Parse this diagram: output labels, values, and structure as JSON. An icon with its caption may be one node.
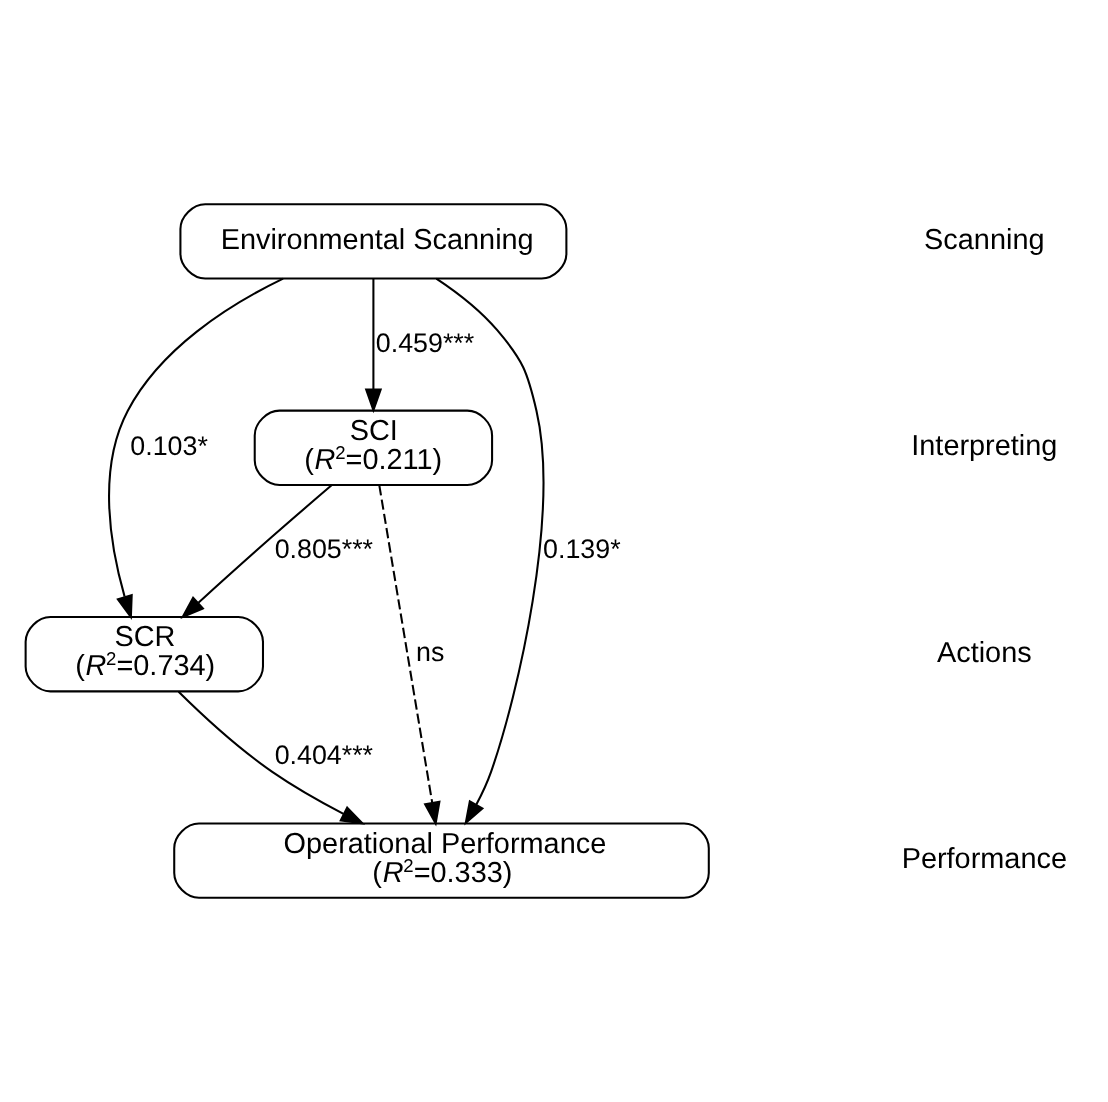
{
  "diagram": {
    "nodes": [
      {
        "text": [
          "Environmental Scanning"
        ]
      },
      {
        "text": [
          "SCI",
          "(*R*$^{2}$=0.211)"
        ]
      },
      {
        "text": [
          "SCR",
          "(*R*$^{2}$=0.734)"
        ]
      },
      {
        "text": [
          "Operational Performance",
          "(*R*$^{2}$=0.333)"
        ]
      }
    ],
    "edges": [
      {
        "from": 0,
        "to": 1,
        "arrow": "to",
        "label": "0.459***"
      },
      {
        "from": 0,
        "to": 2,
        "arrow": "to",
        "label": "0.103*"
      },
      {
        "from": 1,
        "to": 2,
        "arrow": "to",
        "label": "0.805***"
      },
      {
        "from": 1,
        "to": 3,
        "arrow": "to",
        "label": "ns",
        "style": "dashed"
      },
      {
        "from": 2,
        "to": 3,
        "arrow": "to",
        "label": "0.404***"
      },
      {
        "from": 0,
        "to": 3,
        "arrow": "to",
        "label": "0.139*"
      }
    ],
    "labels": [
      "Scanning",
      "Interpreting",
      "Actions",
      "Performance"
    ]
  }
}
